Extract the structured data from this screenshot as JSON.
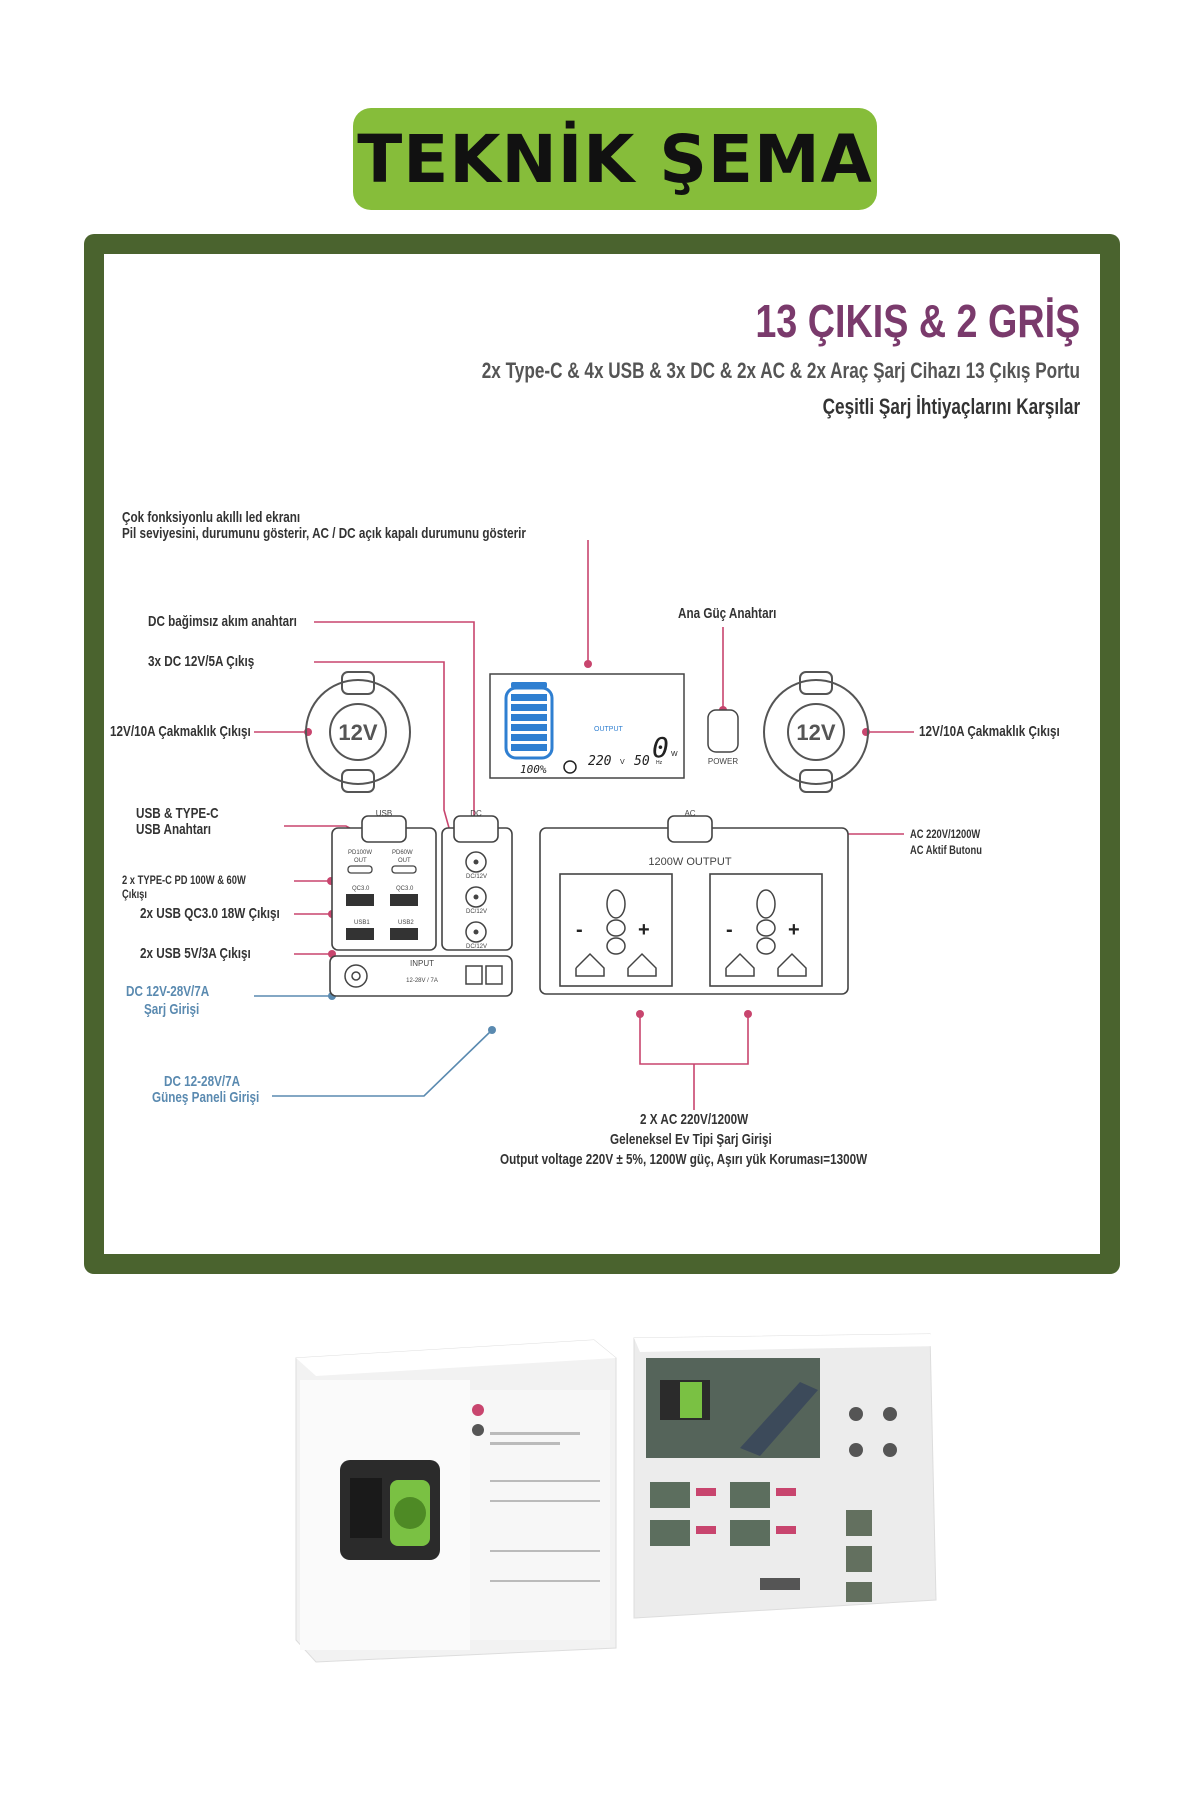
{
  "banner": {
    "title": "TEKNİK ŞEMA"
  },
  "header": {
    "title": "13 ÇIKIŞ & 2 GRİŞ",
    "line1": "2x Type-C & 4x USB & 3x DC & 2x AC & 2x Araç Şarj Cihazı 13 Çıkış Portu",
    "line2": "Çeşitli Şarj İhtiyaçlarını Karşılar"
  },
  "callouts": {
    "led_1": "Çok fonksiyonlu akıllı led ekranı",
    "led_2": "Pil seviyesini, durumunu gösterir, AC / DC açık kapalı durumunu gösterir",
    "dc_switch": "DC bağimsız akım anahtarı",
    "dc_out": "3x DC 12V/5A Çıkış",
    "car_left": "12V/10A Çakmaklık Çıkışı",
    "main_power": "Ana Güç Anahtarı",
    "car_right": "12V/10A Çakmaklık Çıkışı",
    "usb_switch_1": "USB & TYPE-C",
    "usb_switch_2": "USB Anahtarı",
    "typec_1": "2 x TYPE-C PD 100W & 60W",
    "typec_2": "Çıkışı",
    "qc": "2x USB QC3.0 18W Çıkışı",
    "usb5v": "2x USB 5V/3A  Çıkışı",
    "dc_in_1": "DC 12V-28V/7A",
    "dc_in_2": "Şarj Girişi",
    "solar_1": "DC 12-28V/7A",
    "solar_2": "Güneş Paneli Girişi",
    "ac_btn_1": "AC 220V/1200W",
    "ac_btn_2": "AC Aktif Butonu",
    "ac_1": "2 X AC 220V/1200W",
    "ac_2": "Geleneksel Ev Tipi Şarj Girişi",
    "ac_3": "Output voltage 220V ± 5%, 1200W güç, Aşırı yük Koruması=1300W"
  },
  "device": {
    "car_socket": "12V",
    "display_output": "OUTPUT",
    "display_watts": "0",
    "display_w_unit": "W",
    "display_battery": "100%",
    "display_voltage": "220",
    "display_v_unit": "V",
    "display_freq": "50",
    "display_hz_unit": "Hz",
    "power_label": "POWER",
    "usb_label": "USB",
    "dc_label": "DC",
    "ac_label": "AC",
    "pd100": "PD100W",
    "pd60": "PD60W",
    "out": "OUT",
    "qc": "QC3.0",
    "usb1": "USB1",
    "usb2": "USB2",
    "dc12v": "DC/12V",
    "input": "INPUT",
    "input_spec": "12-28V / 7A",
    "ac_output": "1200W  OUTPUT"
  },
  "colors": {
    "banner": "#86bd3a",
    "frame": "#4a632e",
    "title": "#7a3a6c",
    "leader_red": "#c8456e",
    "leader_blue": "#5a8ab0",
    "battery": "#2f7fd1"
  }
}
